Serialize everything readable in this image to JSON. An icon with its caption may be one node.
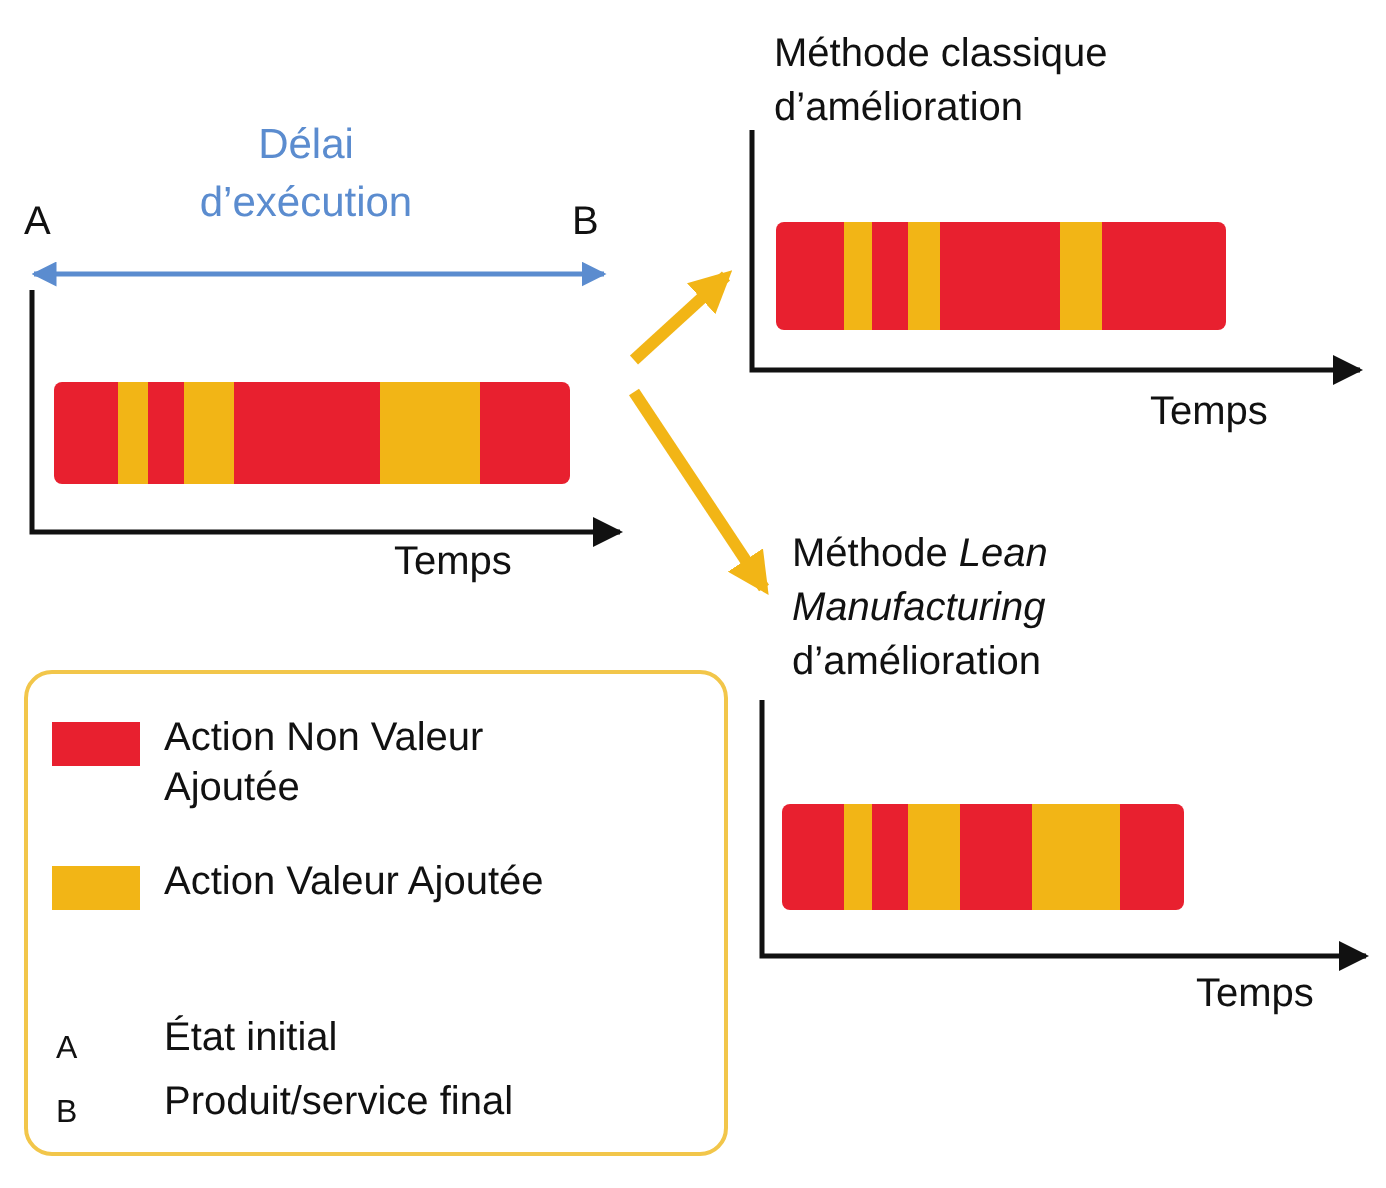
{
  "diagram": {
    "nodes": [
      {
        "text": [
          "A",
          "Délai d’exécution",
          "B",
          "Temps"
        ]
      },
      {
        "text": [
          "Méthode classique d’amélioration",
          "Temps"
        ]
      },
      {
        "text": [
          "Méthode *Lean Manufacturing* d’amélioration",
          "Temps"
        ]
      }
    ],
    "edges": [
      {
        "from": 0,
        "to": 1,
        "arrow": "to"
      },
      {
        "from": 0,
        "to": 2,
        "arrow": "to"
      }
    ],
    "labels": [
      "A",
      "État initial",
      "B",
      "Produit/service final"
    ],
    "legend": [
      {
        "text": "Action Non Valeur Ajoutée",
        "color": "#e8202f"
      },
      {
        "text": "Action Valeur Ajoutée",
        "color": "#f2b516"
      }
    ]
  }
}
